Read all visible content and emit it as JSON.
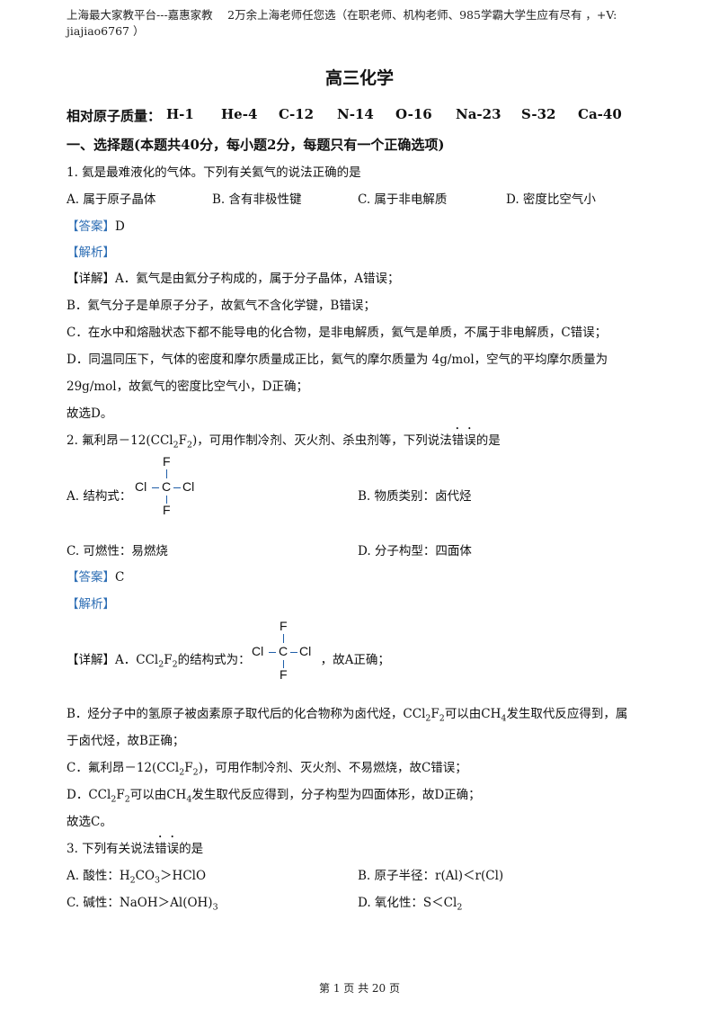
{
  "banner": "上海最大家教平台---嘉惠家教　 2万余上海老师任您选（在职老师、机构老师、985学霸大学生应有尽有 ，+V: jiajiao6767 ）",
  "title": "高三化学",
  "atomic_masses": {
    "label": "相对原子质量：",
    "items": [
      "H-1",
      "He-4",
      "C-12",
      "N-14",
      "O-16",
      "Na-23",
      "S-32",
      "Ca-40"
    ]
  },
  "section1": "一、选择题(本题共40分，每小题2分，每题只有一个正确选项)",
  "q1": {
    "stem": "1. 氦是最难液化的气体。下列有关氦气的说法正确的是",
    "A": "A. 属于原子晶体",
    "B": "B. 含有非极性键",
    "C": "C. 属于非电解质",
    "D": "D. 密度比空气小",
    "answer_tag": "【答案】",
    "answer": "D",
    "analysis_tag": "【解析】",
    "detail_tag": "【详解】",
    "d1": "A．氦气是由氦分子构成的，属于分子晶体，A错误；",
    "d2": "B．氦气分子是单原子分子，故氦气不含化学键，B错误；",
    "d3": "C．在水中和熔融状态下都不能导电的化合物，是非电解质，氦气是单质，不属于非电解质，C错误；",
    "d4": "D．同温同压下，气体的密度和摩尔质量成正比，氦气的摩尔质量为 4g/mol，空气的平均摩尔质量为",
    "d5": "29g/mol，故氦气的密度比空气小，D正确；",
    "conclusion": "故选D。"
  },
  "q2": {
    "stem_pre": "2. 氟利昂－12(CCl",
    "stem_mid": "F",
    "stem_post": ")，可用作制冷剂、灭火剂、杀虫剂等，下列说法",
    "stem_em1": "错",
    "stem_em2": "误",
    "stem_end": "的是",
    "A": "A. 结构式：",
    "B": "B. 物质类别：卤代烃",
    "C": "C. 可燃性：易燃烧",
    "D": "D. 分子构型：四面体",
    "answer_tag": "【答案】",
    "answer": "C",
    "analysis_tag": "【解析】",
    "detail_tag": "【详解】",
    "dA_pre": "A．CCl",
    "dA_mid": "F",
    "dA_post": "的结构式为：",
    "dA_end": "，故A正确；",
    "dB1_pre": "B．烃分子中的氢原子被卤素原子取代后的化合物称为卤代烃，CCl",
    "dB1_mid": "F",
    "dB1_mid2": "可以由CH",
    "dB1_post": "发生取代反应得到，属",
    "dB2": "于卤代烃，故B正确；",
    "dC_pre": "C．氟利昂－12(CCl",
    "dC_mid": "F",
    "dC_post": ")，可用作制冷剂、灭火剂、不易燃烧，故C错误；",
    "dD_pre": "D．CCl",
    "dD_mid": "F",
    "dD_mid2": "可以由CH",
    "dD_post": "发生取代反应得到，分子构型为四面体形，故D正确；",
    "conclusion": "故选C。",
    "sub2": "2",
    "sub4": "4"
  },
  "molecule": {
    "top": "F",
    "left": "Cl",
    "center": "C",
    "right": "Cl",
    "bottom": "F",
    "dash": "–"
  },
  "q3": {
    "stem_pre": "3. 下列有关说法",
    "stem_em1": "错",
    "stem_em2": "误",
    "stem_end": "的是",
    "A_pre": "A. 酸性：H",
    "A_s1": "2",
    "A_mid": "CO",
    "A_s2": "3",
    "A_post": "＞HClO",
    "B": "B. 原子半径：r(Al)＜r(Cl)",
    "C_pre": "C. 碱性：NaOH＞Al(OH)",
    "C_s": "3",
    "D_pre": "D. 氧化性：S＜Cl",
    "D_s": "2"
  },
  "footer": "第 1 页 共 20 页"
}
